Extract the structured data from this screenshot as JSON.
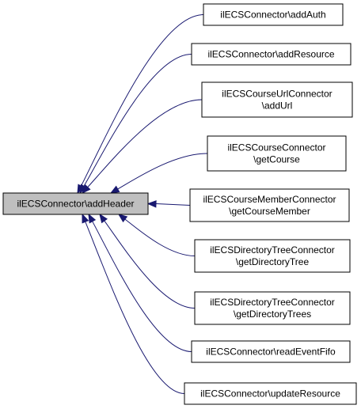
{
  "diagram": {
    "root": {
      "id": "addHeader",
      "label_lines": [
        "ilECSConnector\\addHeader"
      ]
    },
    "callers": [
      {
        "id": "addAuth",
        "label_lines": [
          "ilECSConnector\\addAuth"
        ]
      },
      {
        "id": "addResource",
        "label_lines": [
          "ilECSConnector\\addResource"
        ]
      },
      {
        "id": "addUrl",
        "label_lines": [
          "ilECSCourseUrlConnector",
          "\\addUrl"
        ]
      },
      {
        "id": "getCourse",
        "label_lines": [
          "ilECSCourseConnector",
          "\\getCourse"
        ]
      },
      {
        "id": "getCourseMember",
        "label_lines": [
          "ilECSCourseMemberConnector",
          "\\getCourseMember"
        ]
      },
      {
        "id": "getDirectoryTree",
        "label_lines": [
          "ilECSDirectoryTreeConnector",
          "\\getDirectoryTree"
        ]
      },
      {
        "id": "getDirectoryTrees",
        "label_lines": [
          "ilECSDirectoryTreeConnector",
          "\\getDirectoryTrees"
        ]
      },
      {
        "id": "readEventFifo",
        "label_lines": [
          "ilECSConnector\\readEventFifo"
        ]
      },
      {
        "id": "updateResource",
        "label_lines": [
          "ilECSConnector\\updateResource"
        ]
      }
    ],
    "colors": {
      "edge": "#191970",
      "root_fill": "#bfbfbf",
      "node_fill": "#ffffff",
      "border": "#000000"
    }
  }
}
